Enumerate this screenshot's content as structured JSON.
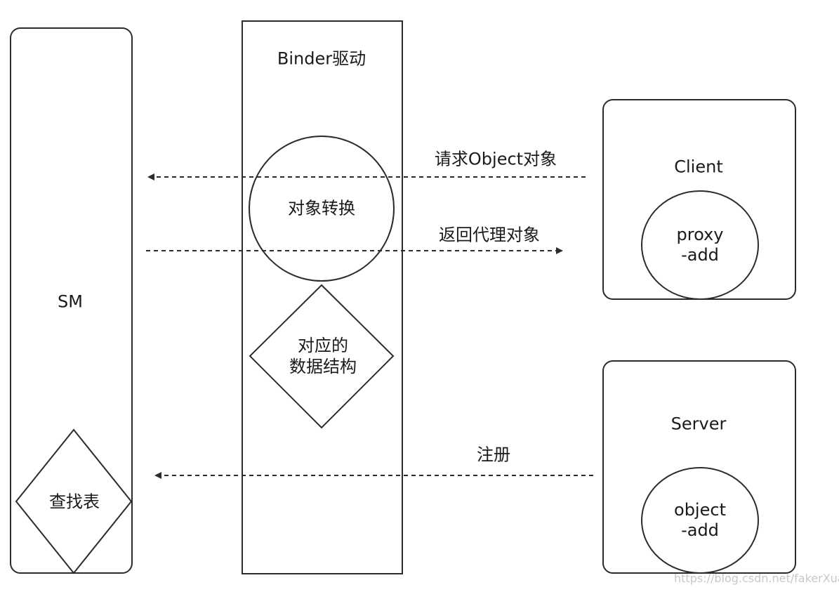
{
  "sm_label": "SM",
  "lookup_table_label": "查找表",
  "binder_title": "Binder驱动",
  "object_conversion_label": "对象转换",
  "data_structure_label": [
    "对应的",
    "数据结构"
  ],
  "client": {
    "title": "Client",
    "proxy_label": [
      "proxy",
      "-add"
    ]
  },
  "server": {
    "title": "Server",
    "object_label": [
      "object",
      "-add"
    ]
  },
  "arrows": {
    "request_object": "请求Object对象",
    "return_proxy": "返回代理对象",
    "register": "注册"
  },
  "watermark": "https://blog.csdn.net/fakerXuan",
  "colors": {
    "stroke": "#2b2b2b",
    "text": "#1a1a1a",
    "watermark": "#c8c8c8"
  }
}
